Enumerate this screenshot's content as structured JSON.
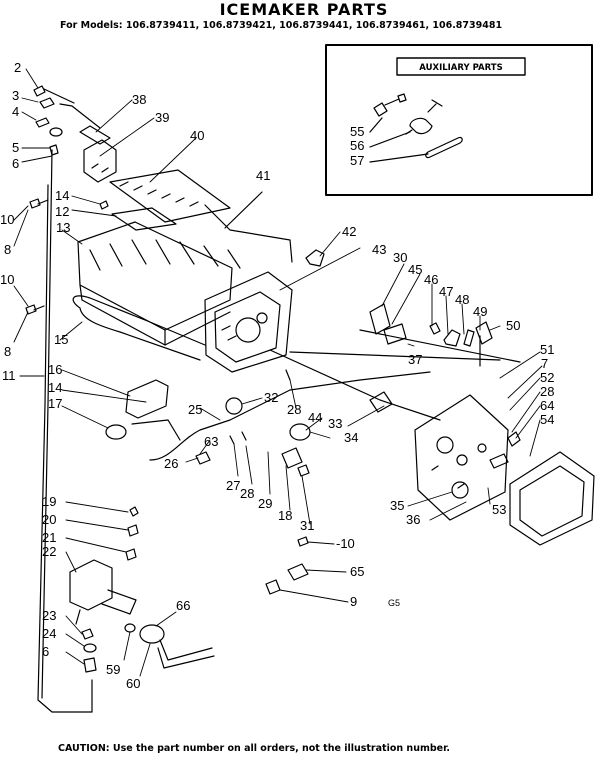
{
  "title": "ICEMAKER PARTS",
  "models": "For Models: 106.8739411, 106.8739421, 106.8739441, 106.8739461, 106.8739481",
  "auxiliary_title": "AUXILIARY PARTS",
  "caution": "CAUTION: Use the part number on all orders, not the illustration number.",
  "code": "G5",
  "labels": [
    {
      "id": "2",
      "text": "2"
    },
    {
      "id": "3",
      "text": "3"
    },
    {
      "id": "4",
      "text": "4"
    },
    {
      "id": "5",
      "text": "5"
    },
    {
      "id": "6a",
      "text": "6"
    },
    {
      "id": "38",
      "text": "38"
    },
    {
      "id": "39",
      "text": "39"
    },
    {
      "id": "40",
      "text": "40"
    },
    {
      "id": "41",
      "text": "41"
    },
    {
      "id": "14a",
      "text": "14"
    },
    {
      "id": "12",
      "text": "12"
    },
    {
      "id": "10a",
      "text": "10"
    },
    {
      "id": "8a",
      "text": "8"
    },
    {
      "id": "13",
      "text": "13"
    },
    {
      "id": "42",
      "text": "42"
    },
    {
      "id": "43",
      "text": "43"
    },
    {
      "id": "30",
      "text": "30"
    },
    {
      "id": "45",
      "text": "45"
    },
    {
      "id": "46",
      "text": "46"
    },
    {
      "id": "47",
      "text": "47"
    },
    {
      "id": "48",
      "text": "48"
    },
    {
      "id": "49",
      "text": "49"
    },
    {
      "id": "50",
      "text": "50"
    },
    {
      "id": "10b",
      "text": "10"
    },
    {
      "id": "8b",
      "text": "8"
    },
    {
      "id": "15",
      "text": "15"
    },
    {
      "id": "11",
      "text": "11"
    },
    {
      "id": "16",
      "text": "16"
    },
    {
      "id": "14b",
      "text": "14"
    },
    {
      "id": "17",
      "text": "17"
    },
    {
      "id": "25",
      "text": "25"
    },
    {
      "id": "32",
      "text": "32"
    },
    {
      "id": "28a",
      "text": "28"
    },
    {
      "id": "37",
      "text": "37"
    },
    {
      "id": "51",
      "text": "51"
    },
    {
      "id": "7",
      "text": "7"
    },
    {
      "id": "52",
      "text": "52"
    },
    {
      "id": "28b",
      "text": "28"
    },
    {
      "id": "64",
      "text": "64"
    },
    {
      "id": "54",
      "text": "54"
    },
    {
      "id": "44",
      "text": "44"
    },
    {
      "id": "33",
      "text": "33"
    },
    {
      "id": "34",
      "text": "34"
    },
    {
      "id": "63",
      "text": "63"
    },
    {
      "id": "26",
      "text": "26"
    },
    {
      "id": "27",
      "text": "27"
    },
    {
      "id": "28c",
      "text": "28"
    },
    {
      "id": "29",
      "text": "29"
    },
    {
      "id": "18",
      "text": "18"
    },
    {
      "id": "31",
      "text": "31"
    },
    {
      "id": "35",
      "text": "35"
    },
    {
      "id": "36",
      "text": "36"
    },
    {
      "id": "53",
      "text": "53"
    },
    {
      "id": "19",
      "text": "19"
    },
    {
      "id": "20",
      "text": "20"
    },
    {
      "id": "21",
      "text": "21"
    },
    {
      "id": "22",
      "text": "22"
    },
    {
      "id": "m10",
      "text": "-10"
    },
    {
      "id": "65",
      "text": "65"
    },
    {
      "id": "9",
      "text": "9"
    },
    {
      "id": "23",
      "text": "23"
    },
    {
      "id": "24",
      "text": "24"
    },
    {
      "id": "6b",
      "text": "6"
    },
    {
      "id": "66",
      "text": "66"
    },
    {
      "id": "59",
      "text": "59"
    },
    {
      "id": "60",
      "text": "60"
    },
    {
      "id": "55",
      "text": "55"
    },
    {
      "id": "56",
      "text": "56"
    },
    {
      "id": "57",
      "text": "57"
    }
  ]
}
